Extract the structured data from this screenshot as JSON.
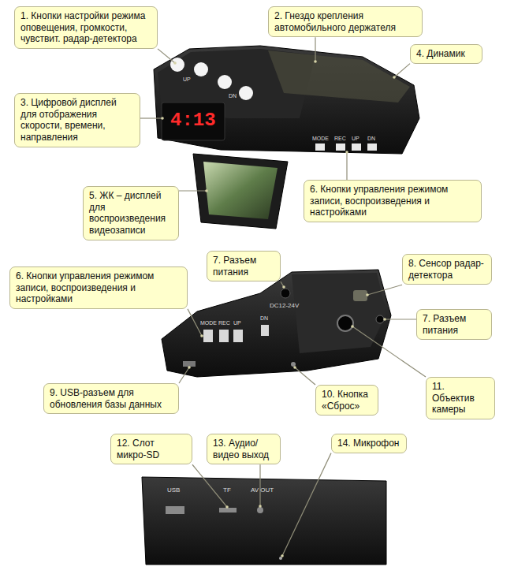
{
  "diagram": {
    "nodes": [
      {
        "text": [
          "1. Кнопки настройки режима оповещения, громкости, чувствит. радар-детектора"
        ]
      },
      {
        "text": [
          "2. Гнездо крепления автомобильного держателя"
        ]
      },
      {
        "text": [
          "4. Динамик"
        ]
      },
      {
        "text": [
          "3. Цифровой дисплей для отображения скорости, времени, направления"
        ]
      },
      {
        "text": [
          "5. ЖК – дисплей для воспроизведения видеозаписи"
        ]
      },
      {
        "text": [
          "6. Кнопки управления режимом записи, воспроизведения и настройками"
        ]
      },
      {
        "text": [
          "7. Разъем питания"
        ]
      },
      {
        "text": [
          "8. Сенсор радар-детектора"
        ]
      },
      {
        "text": [
          "6. Кнопки управления режимом записи, воспроизведения и настройками"
        ]
      },
      {
        "text": [
          "7. Разъем питания"
        ]
      },
      {
        "text": [
          "9. USB-разъем для обновления базы данных"
        ]
      },
      {
        "text": [
          "10. Кнопка «Сброс»"
        ]
      },
      {
        "text": [
          "11. Объектив камеры"
        ]
      },
      {
        "text": [
          "12. Слот микро-SD"
        ]
      },
      {
        "text": [
          "13. Аудио/видео выход"
        ]
      },
      {
        "text": [
          "14. Микрофон"
        ]
      }
    ],
    "labels": [
      "4:13",
      "UP",
      "DN",
      "MODE",
      "REC",
      "UP",
      "DN",
      "DC12-24V",
      "MODE",
      "REC",
      "UP",
      "DN",
      "USB",
      "TF",
      "AV OUT"
    ]
  }
}
